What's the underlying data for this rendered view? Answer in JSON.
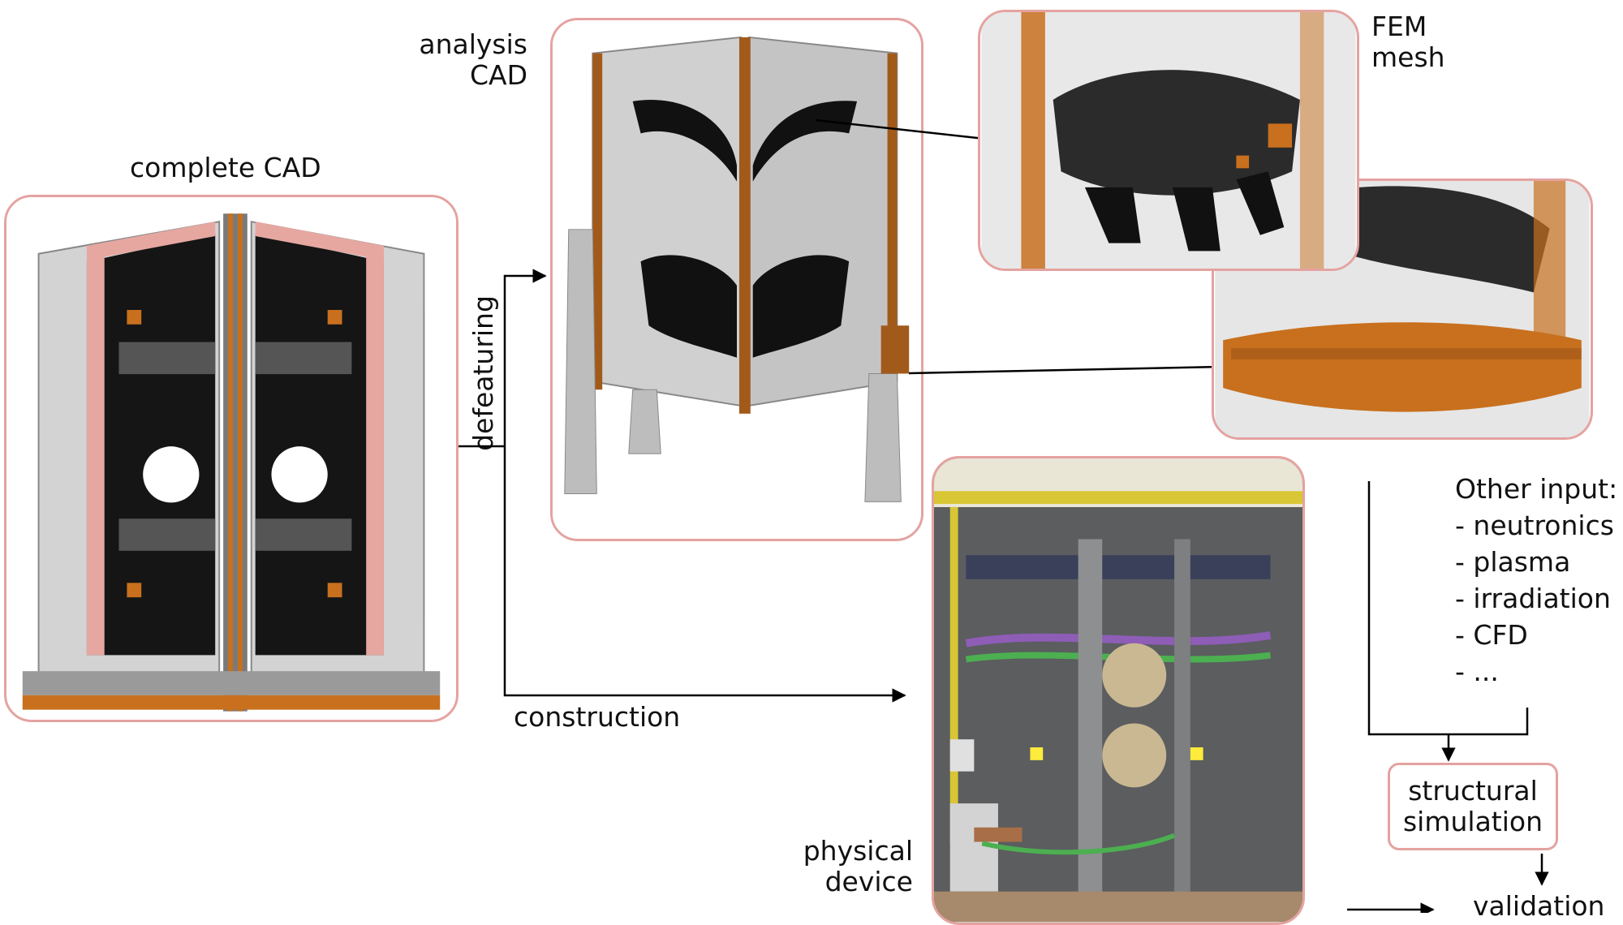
{
  "labels": {
    "complete_cad": "complete CAD",
    "analysis_cad_line1": "analysis",
    "analysis_cad_line2": "CAD",
    "fem_mesh_line1": "FEM",
    "fem_mesh_line2": "mesh",
    "defeaturing": "defeaturing",
    "construction": "construction",
    "physical_device_line1": "physical",
    "physical_device_line2": "device",
    "other_input": "Other input:",
    "structural_simulation_line1": "structural",
    "structural_simulation_line2": "simulation",
    "validation": "validation"
  },
  "other_inputs": [
    "- neutronics",
    "- plasma",
    "- irradiation",
    "- CFD",
    "- ..."
  ],
  "colors": {
    "frame_border": "#e4a3a0",
    "arrow": "#000000",
    "orange": "#c8701e",
    "pink_shell": "#e6a7a1"
  }
}
